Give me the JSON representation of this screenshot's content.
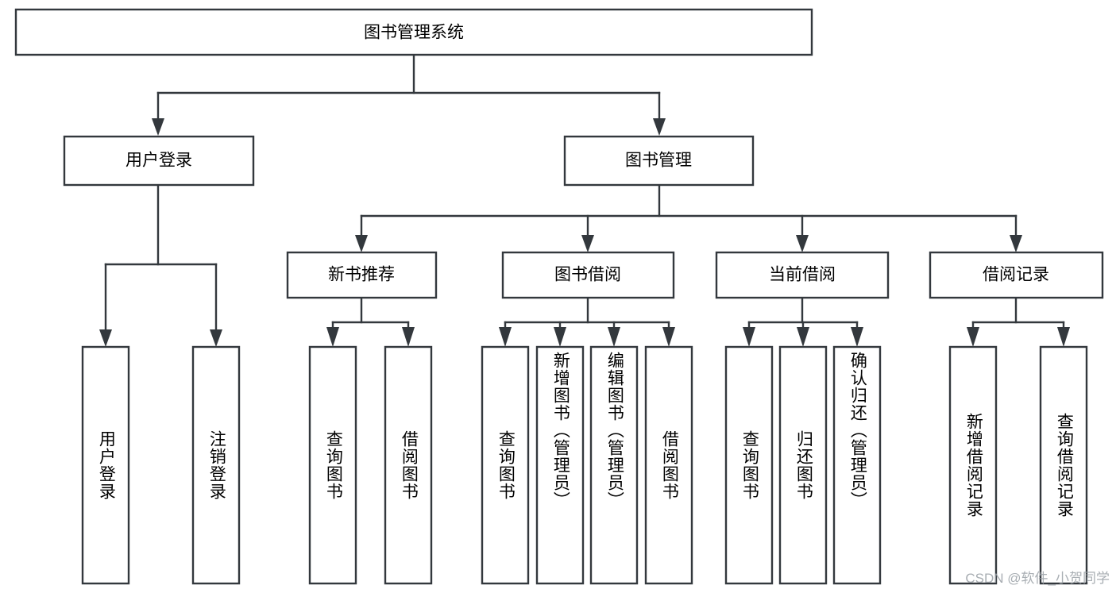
{
  "diagram": {
    "title": "图书管理系统",
    "type": "hierarchy-tree",
    "watermark": "CSDN @软件_小贺同学",
    "colors": {
      "stroke": "#33383d",
      "fill": "#ffffff",
      "text": "#000000",
      "watermark": "#9aa0a6"
    },
    "root": {
      "label": "图书管理系统"
    },
    "level2": [
      {
        "label": "用户登录"
      },
      {
        "label": "图书管理"
      }
    ],
    "level3": [
      {
        "label": "新书推荐"
      },
      {
        "label": "图书借阅"
      },
      {
        "label": "当前借阅"
      },
      {
        "label": "借阅记录"
      }
    ],
    "leaves": {
      "user_login": [
        {
          "label": "用户登录"
        },
        {
          "label": "注销登录"
        }
      ],
      "new_book": [
        {
          "label": "查询图书"
        },
        {
          "label": "借阅图书"
        }
      ],
      "book_borrow": [
        {
          "label": "查询图书"
        },
        {
          "label": "新增图书（管理员）"
        },
        {
          "label": "编辑图书（管理员）"
        },
        {
          "label": "借阅图书"
        }
      ],
      "current_borrow": [
        {
          "label": "查询图书"
        },
        {
          "label": "归还图书"
        },
        {
          "label": "确认归还（管理员）"
        }
      ],
      "borrow_record": [
        {
          "label": "新增借阅记录"
        },
        {
          "label": "查询借阅记录"
        }
      ]
    }
  }
}
